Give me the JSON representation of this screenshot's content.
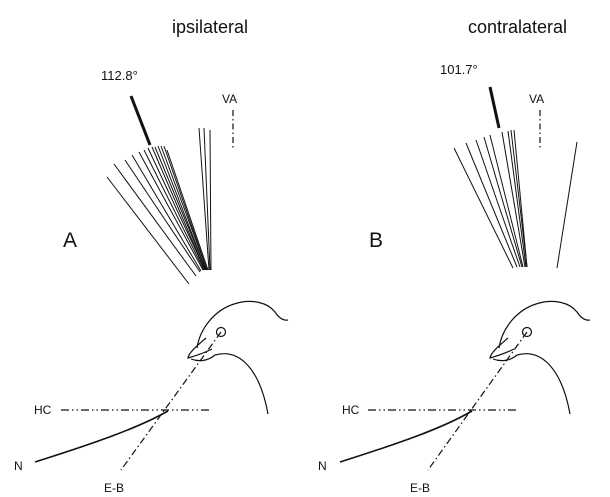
{
  "panels": [
    {
      "title": "ipsilateral",
      "letter": "A",
      "angle_label": "112.8°",
      "vertical_label": "VA",
      "horizontal_label": "HC",
      "beak_axis_label": "E-B",
      "n_label": "N"
    },
    {
      "title": "contralateral",
      "letter": "B",
      "angle_label": "101.7°",
      "vertical_label": "VA",
      "horizontal_label": "HC",
      "beak_axis_label": "E-B",
      "n_label": "N"
    }
  ],
  "colors": {
    "ink": "#111111",
    "background": "#ffffff"
  }
}
